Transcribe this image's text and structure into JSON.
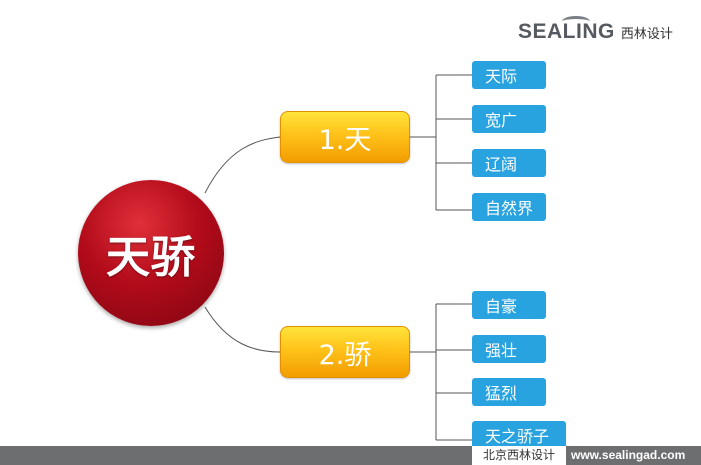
{
  "logo": {
    "wordmark": "SEALING",
    "cn": "西林设计"
  },
  "hub": {
    "label": "天骄"
  },
  "branches": [
    {
      "label": "1.天",
      "children": [
        "天际",
        "宽广",
        "辽阔",
        "自然界"
      ]
    },
    {
      "label": "2.骄",
      "children": [
        "自豪",
        "强壮",
        "猛烈",
        "天之骄子"
      ]
    }
  ],
  "footer": {
    "company": "北京西林设计",
    "url": "www.sealingad.com"
  },
  "colors": {
    "hub": "#b30b1a",
    "branch": "#ffc21a",
    "leaf": "#29a3e0",
    "footer": "#6d6e70"
  }
}
